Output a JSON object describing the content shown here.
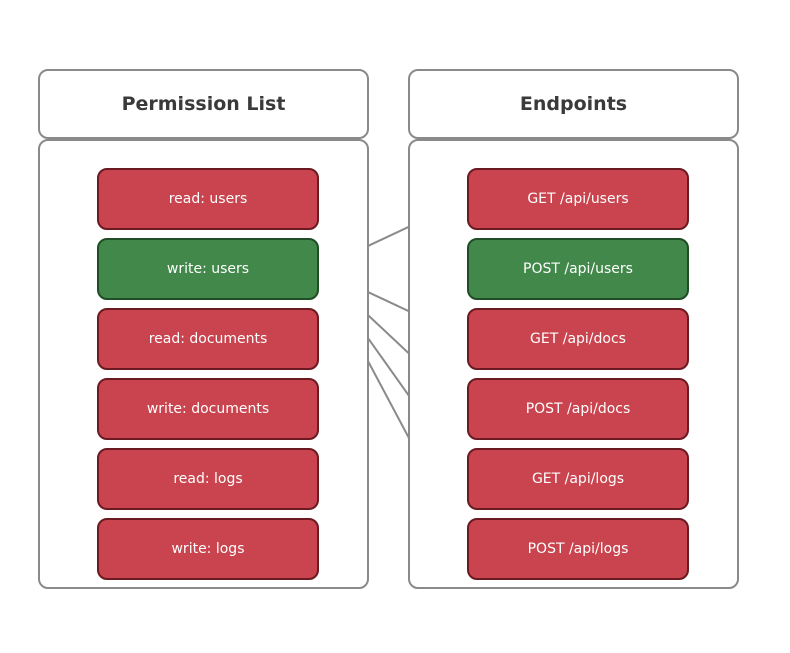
{
  "colors": {
    "deny_fill": "#c9444e",
    "deny_border": "#6b1a22",
    "allow_fill": "#42884a",
    "allow_border": "#1f4d25",
    "panel_border": "#8a8a8a",
    "connector": "#8a8a8a"
  },
  "permissions_panel": {
    "title": "Permission List",
    "items": [
      {
        "label": "read: users",
        "status": "deny"
      },
      {
        "label": "write: users",
        "status": "allow"
      },
      {
        "label": "read: documents",
        "status": "deny"
      },
      {
        "label": "write: documents",
        "status": "deny"
      },
      {
        "label": "read: logs",
        "status": "deny"
      },
      {
        "label": "write: logs",
        "status": "deny"
      }
    ]
  },
  "endpoints_panel": {
    "title": "Endpoints",
    "items": [
      {
        "label": "GET /api/users",
        "status": "deny"
      },
      {
        "label": "POST /api/users",
        "status": "allow"
      },
      {
        "label": "GET /api/docs",
        "status": "deny"
      },
      {
        "label": "POST /api/docs",
        "status": "deny"
      },
      {
        "label": "GET /api/logs",
        "status": "deny"
      },
      {
        "label": "POST /api/logs",
        "status": "deny"
      }
    ]
  },
  "connections": [
    {
      "from_permission": 1,
      "to_endpoint": 0
    },
    {
      "from_permission": 1,
      "to_endpoint": 2
    },
    {
      "from_permission": 1,
      "to_endpoint": 3
    },
    {
      "from_permission": 1,
      "to_endpoint": 4
    },
    {
      "from_permission": 1,
      "to_endpoint": 5
    }
  ]
}
